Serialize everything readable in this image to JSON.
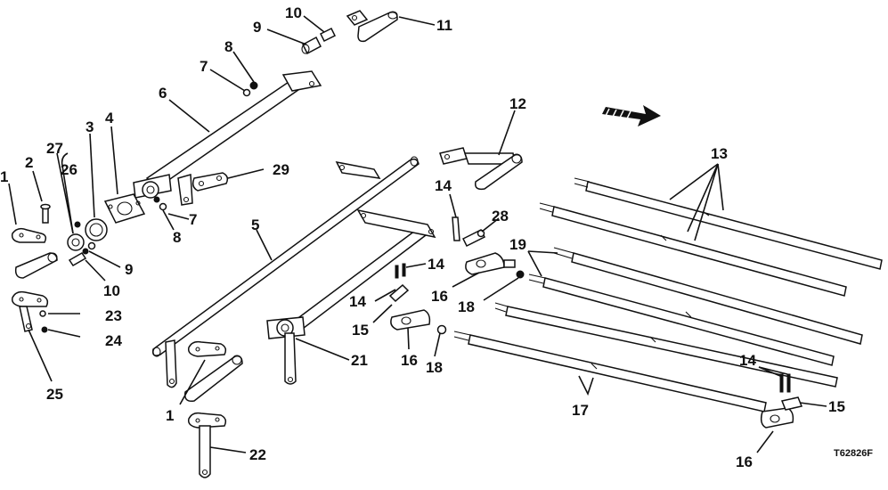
{
  "figure_id": "T62826F",
  "callouts": [
    {
      "id": "c1a",
      "text": "1"
    },
    {
      "id": "c1b",
      "text": "1"
    },
    {
      "id": "c2",
      "text": "2"
    },
    {
      "id": "c3",
      "text": "3"
    },
    {
      "id": "c4",
      "text": "4"
    },
    {
      "id": "c5",
      "text": "5"
    },
    {
      "id": "c6",
      "text": "6"
    },
    {
      "id": "c7a",
      "text": "7"
    },
    {
      "id": "c7b",
      "text": "7"
    },
    {
      "id": "c8a",
      "text": "8"
    },
    {
      "id": "c8b",
      "text": "8"
    },
    {
      "id": "c9a",
      "text": "9"
    },
    {
      "id": "c9b",
      "text": "9"
    },
    {
      "id": "c10a",
      "text": "10"
    },
    {
      "id": "c10b",
      "text": "10"
    },
    {
      "id": "c11",
      "text": "11"
    },
    {
      "id": "c12",
      "text": "12"
    },
    {
      "id": "c13",
      "text": "13"
    },
    {
      "id": "c14a",
      "text": "14"
    },
    {
      "id": "c14b",
      "text": "14"
    },
    {
      "id": "c14c",
      "text": "14"
    },
    {
      "id": "c14d",
      "text": "14"
    },
    {
      "id": "c15a",
      "text": "15"
    },
    {
      "id": "c15b",
      "text": "15"
    },
    {
      "id": "c16a",
      "text": "16"
    },
    {
      "id": "c16b",
      "text": "16"
    },
    {
      "id": "c16c",
      "text": "16"
    },
    {
      "id": "c17",
      "text": "17"
    },
    {
      "id": "c18a",
      "text": "18"
    },
    {
      "id": "c18b",
      "text": "18"
    },
    {
      "id": "c19",
      "text": "19"
    },
    {
      "id": "c21",
      "text": "21"
    },
    {
      "id": "c22",
      "text": "22"
    },
    {
      "id": "c23",
      "text": "23"
    },
    {
      "id": "c24",
      "text": "24"
    },
    {
      "id": "c25",
      "text": "25"
    },
    {
      "id": "c26",
      "text": "26"
    },
    {
      "id": "c27",
      "text": "27"
    },
    {
      "id": "c28",
      "text": "28"
    },
    {
      "id": "c29",
      "text": "29"
    }
  ]
}
